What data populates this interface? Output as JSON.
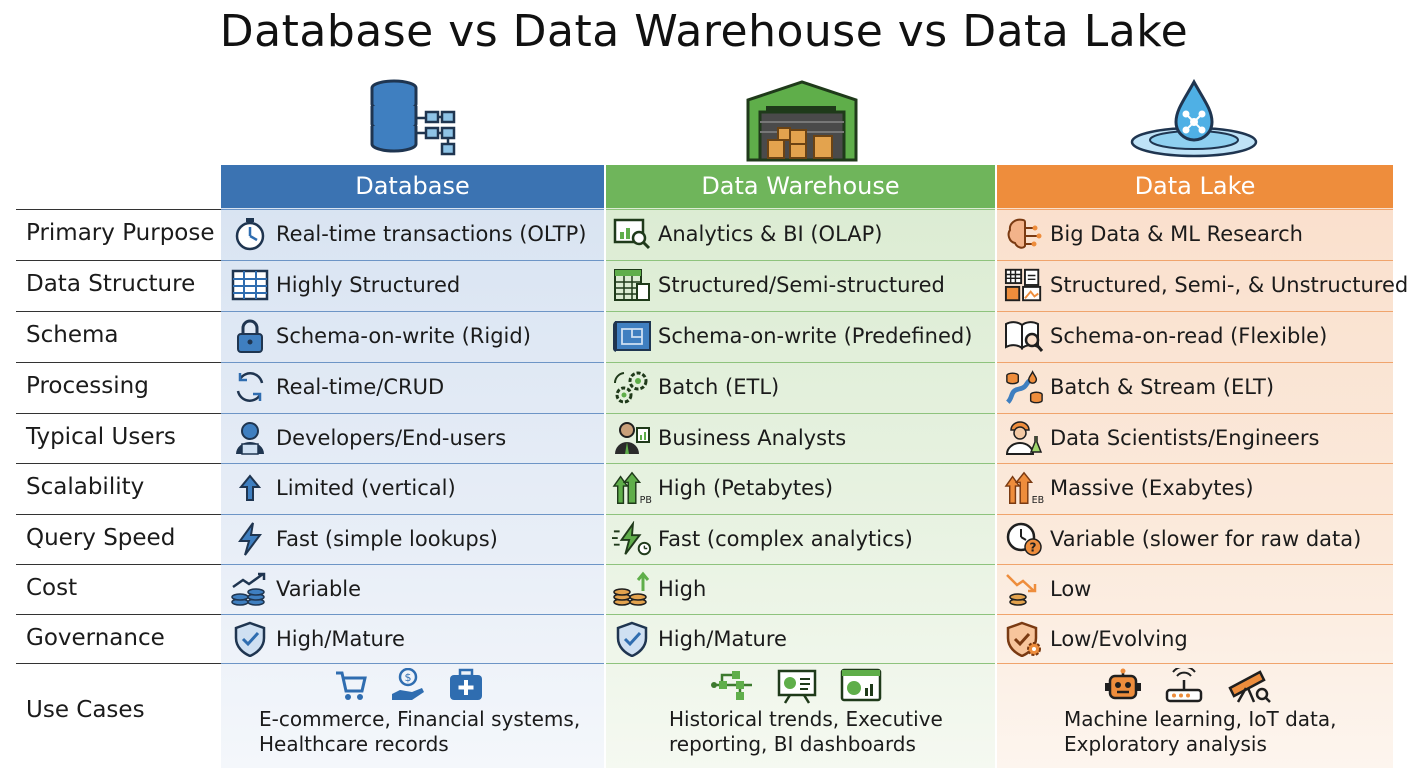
{
  "title": "Database vs Data Warehouse vs Data Lake",
  "columns": [
    {
      "label": "Database",
      "color": "#3b73b2"
    },
    {
      "label": "Data Warehouse",
      "color": "#6fb55b"
    },
    {
      "label": "Data Lake",
      "color": "#ee8d3c"
    }
  ],
  "rows": [
    {
      "label": "Primary Purpose",
      "cells": [
        {
          "icon": "stopwatch-icon",
          "text": "Real-time transactions (OLTP)"
        },
        {
          "icon": "analytics-chart-icon",
          "text": "Analytics & BI (OLAP)"
        },
        {
          "icon": "brain-circuit-icon",
          "text": "Big Data & ML Research"
        }
      ]
    },
    {
      "label": "Data Structure",
      "cells": [
        {
          "icon": "table-grid-icon",
          "text": "Highly Structured"
        },
        {
          "icon": "spreadsheet-icon",
          "text": "Structured/Semi-structured"
        },
        {
          "icon": "mixed-files-icon",
          "text": "Structured, Semi-, & Unstructured"
        }
      ]
    },
    {
      "label": "Schema",
      "cells": [
        {
          "icon": "padlock-icon",
          "text": "Schema-on-write (Rigid)"
        },
        {
          "icon": "blueprint-icon",
          "text": "Schema-on-write (Predefined)"
        },
        {
          "icon": "open-book-magnifier-icon",
          "text": "Schema-on-read (Flexible)"
        }
      ]
    },
    {
      "label": "Processing",
      "cells": [
        {
          "icon": "sync-arrows-icon",
          "text": "Real-time/CRUD"
        },
        {
          "icon": "gears-icon",
          "text": "Batch (ETL)"
        },
        {
          "icon": "stream-icon",
          "text": "Batch & Stream (ELT)"
        }
      ]
    },
    {
      "label": "Typical Users",
      "cells": [
        {
          "icon": "developer-icon",
          "text": "Developers/End-users"
        },
        {
          "icon": "business-analyst-icon",
          "text": "Business Analysts"
        },
        {
          "icon": "scientist-icon",
          "text": "Data Scientists/Engineers"
        }
      ]
    },
    {
      "label": "Scalability",
      "cells": [
        {
          "icon": "up-arrow-icon",
          "text": "Limited (vertical)"
        },
        {
          "icon": "growth-arrows-pb-icon",
          "text": "High (Petabytes)"
        },
        {
          "icon": "growth-arrows-eb-icon",
          "text": "Massive (Exabytes)"
        }
      ]
    },
    {
      "label": "Query Speed",
      "cells": [
        {
          "icon": "lightning-icon",
          "text": "Fast (simple lookups)"
        },
        {
          "icon": "lightning-clock-icon",
          "text": "Fast (complex analytics)"
        },
        {
          "icon": "clock-question-icon",
          "text": "Variable (slower for raw data)"
        }
      ]
    },
    {
      "label": "Cost",
      "cells": [
        {
          "icon": "coins-trend-icon",
          "text": "Variable"
        },
        {
          "icon": "coins-up-icon",
          "text": "High"
        },
        {
          "icon": "coins-down-icon",
          "text": "Low"
        }
      ]
    },
    {
      "label": "Governance",
      "cells": [
        {
          "icon": "shield-check-icon",
          "text": "High/Mature"
        },
        {
          "icon": "shield-check-icon",
          "text": "High/Mature"
        },
        {
          "icon": "shield-gear-icon",
          "text": "Low/Evolving"
        }
      ]
    }
  ],
  "use_cases": {
    "label": "Use Cases",
    "cells": [
      {
        "icons": [
          "shopping-cart-icon",
          "money-hand-icon",
          "medical-kit-icon"
        ],
        "line1": "E-commerce, Financial systems,",
        "line2": "Healthcare records"
      },
      {
        "icons": [
          "flowchart-icon",
          "presentation-icon",
          "dashboard-icon"
        ],
        "line1": "Historical trends, Executive",
        "line2": "reporting, BI dashboards"
      },
      {
        "icons": [
          "robot-icon",
          "iot-router-icon",
          "telescope-icon"
        ],
        "line1": "Machine learning, IoT data,",
        "line2": "Exploratory analysis"
      }
    ]
  }
}
